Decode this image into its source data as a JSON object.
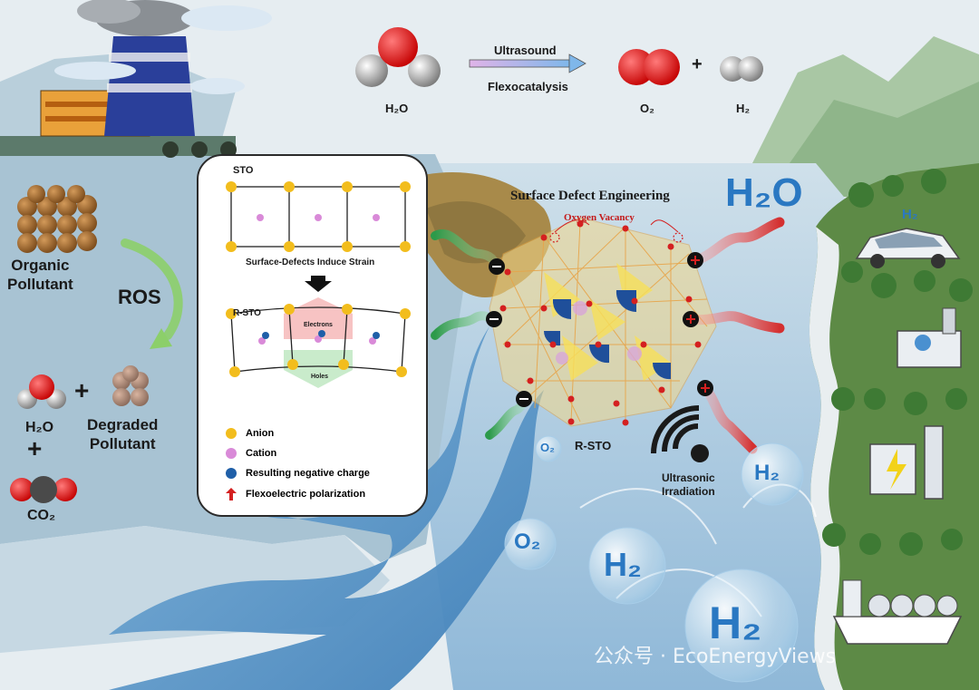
{
  "equation": {
    "reactant": "H₂O",
    "arrow_top": "Ultrasound",
    "arrow_bottom": "Flexocatalysis",
    "product_1": "O₂",
    "plus": "+",
    "product_2": "H₂"
  },
  "left_cycle": {
    "pollutant": "Organic\nPollutant",
    "ros": "ROS",
    "water": "H₂O",
    "degraded": "Degraded\nPollutant",
    "co2": "CO₂",
    "plus": "+"
  },
  "panel": {
    "top_label": "STO",
    "strain_caption": "Surface-Defects Induce Strain",
    "bottom_label": "R-STO",
    "electrons": "Electrons",
    "holes": "Holes",
    "legend": [
      {
        "label": "Anion",
        "color": "#f2bd1d"
      },
      {
        "label": "Cation",
        "color": "#d98ad8"
      },
      {
        "label": "Resulting negative charge",
        "color": "#1f5fa8"
      },
      {
        "label": "Flexoelectric polarization",
        "color": "#d42020"
      }
    ]
  },
  "center": {
    "title": "Surface Defect Engineering",
    "vacancy": "Oxygen Vacancy",
    "crystal_label": "R-STO",
    "ultrasonic": "Ultrasonic\nIrradiation",
    "h2o_big": "H₂O",
    "h2_small": "H₂"
  },
  "bubbles": [
    {
      "label": "O₂"
    },
    {
      "label": "O₂"
    },
    {
      "label": "H₂"
    },
    {
      "label": "H₂"
    },
    {
      "label": "H₂"
    }
  ],
  "watermark": "公众号 · EcoEnergyViews",
  "colors": {
    "sky": "#e6edf1",
    "river": "#5a93c2",
    "hill": "#5d8a46",
    "accent_blue": "#2a78c2",
    "positive": "#d42020"
  }
}
